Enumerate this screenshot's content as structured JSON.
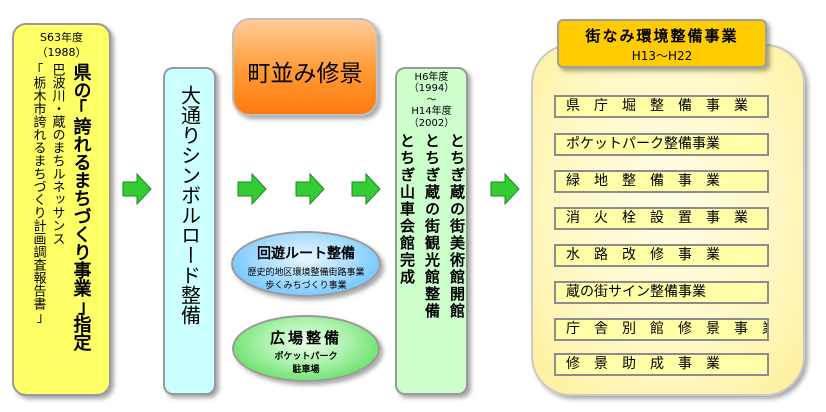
{
  "box1": {
    "year_label": "S63年度",
    "year_paren": "（1988）",
    "main_vertical": "県の｢誇れるまちづくり事業｣指定",
    "sub_col1": "巴波川・蔵のまちルネッサンス",
    "sub_col2": "｢栃木市誇れるまちづくり計画調査報告書｣"
  },
  "box2": {
    "title": "大通りシンボルロード整備"
  },
  "orange_box": {
    "title": "町並み修景"
  },
  "loop_route": {
    "title": "回遊ルート整備",
    "line1": "歴史的地区環境整備街路事業",
    "line2": "歩くみちづくり事業"
  },
  "plaza": {
    "title": "広場整備",
    "line1": "ポケットパーク",
    "line2": "駐車場"
  },
  "box3": {
    "from_year": "H6年度",
    "from_paren": "（1994）",
    "tilde": "～",
    "to_year": "H14年度",
    "to_paren": "（2002）",
    "col1": "とちぎ蔵の街美術館開館",
    "col2": "とちぎ蔵の街観光館整備",
    "col3": "とちぎ山車会館完成"
  },
  "right": {
    "title": "街なみ環境整備事業",
    "period": "H13～H22",
    "projects": [
      "県　庁　堀　整　備　事　業",
      "ポケットパーク整備事業",
      "緑　地　整　備　事　業",
      "消　火　栓　設　置　事　業",
      "水　路　改　修　事　業",
      "蔵の街サイン整備事業",
      "庁　舎　別　館　修　景　事　業",
      "修　景　助　成　事　業"
    ]
  },
  "colors": {
    "arrow_fill": "#33cc33",
    "box1_bg": "#ffff66",
    "box2_bg": "#ccffff",
    "box3_bg": "#ccffcc",
    "right_title_bg": "#ffcc00",
    "project_bg": "#ffffa8"
  }
}
